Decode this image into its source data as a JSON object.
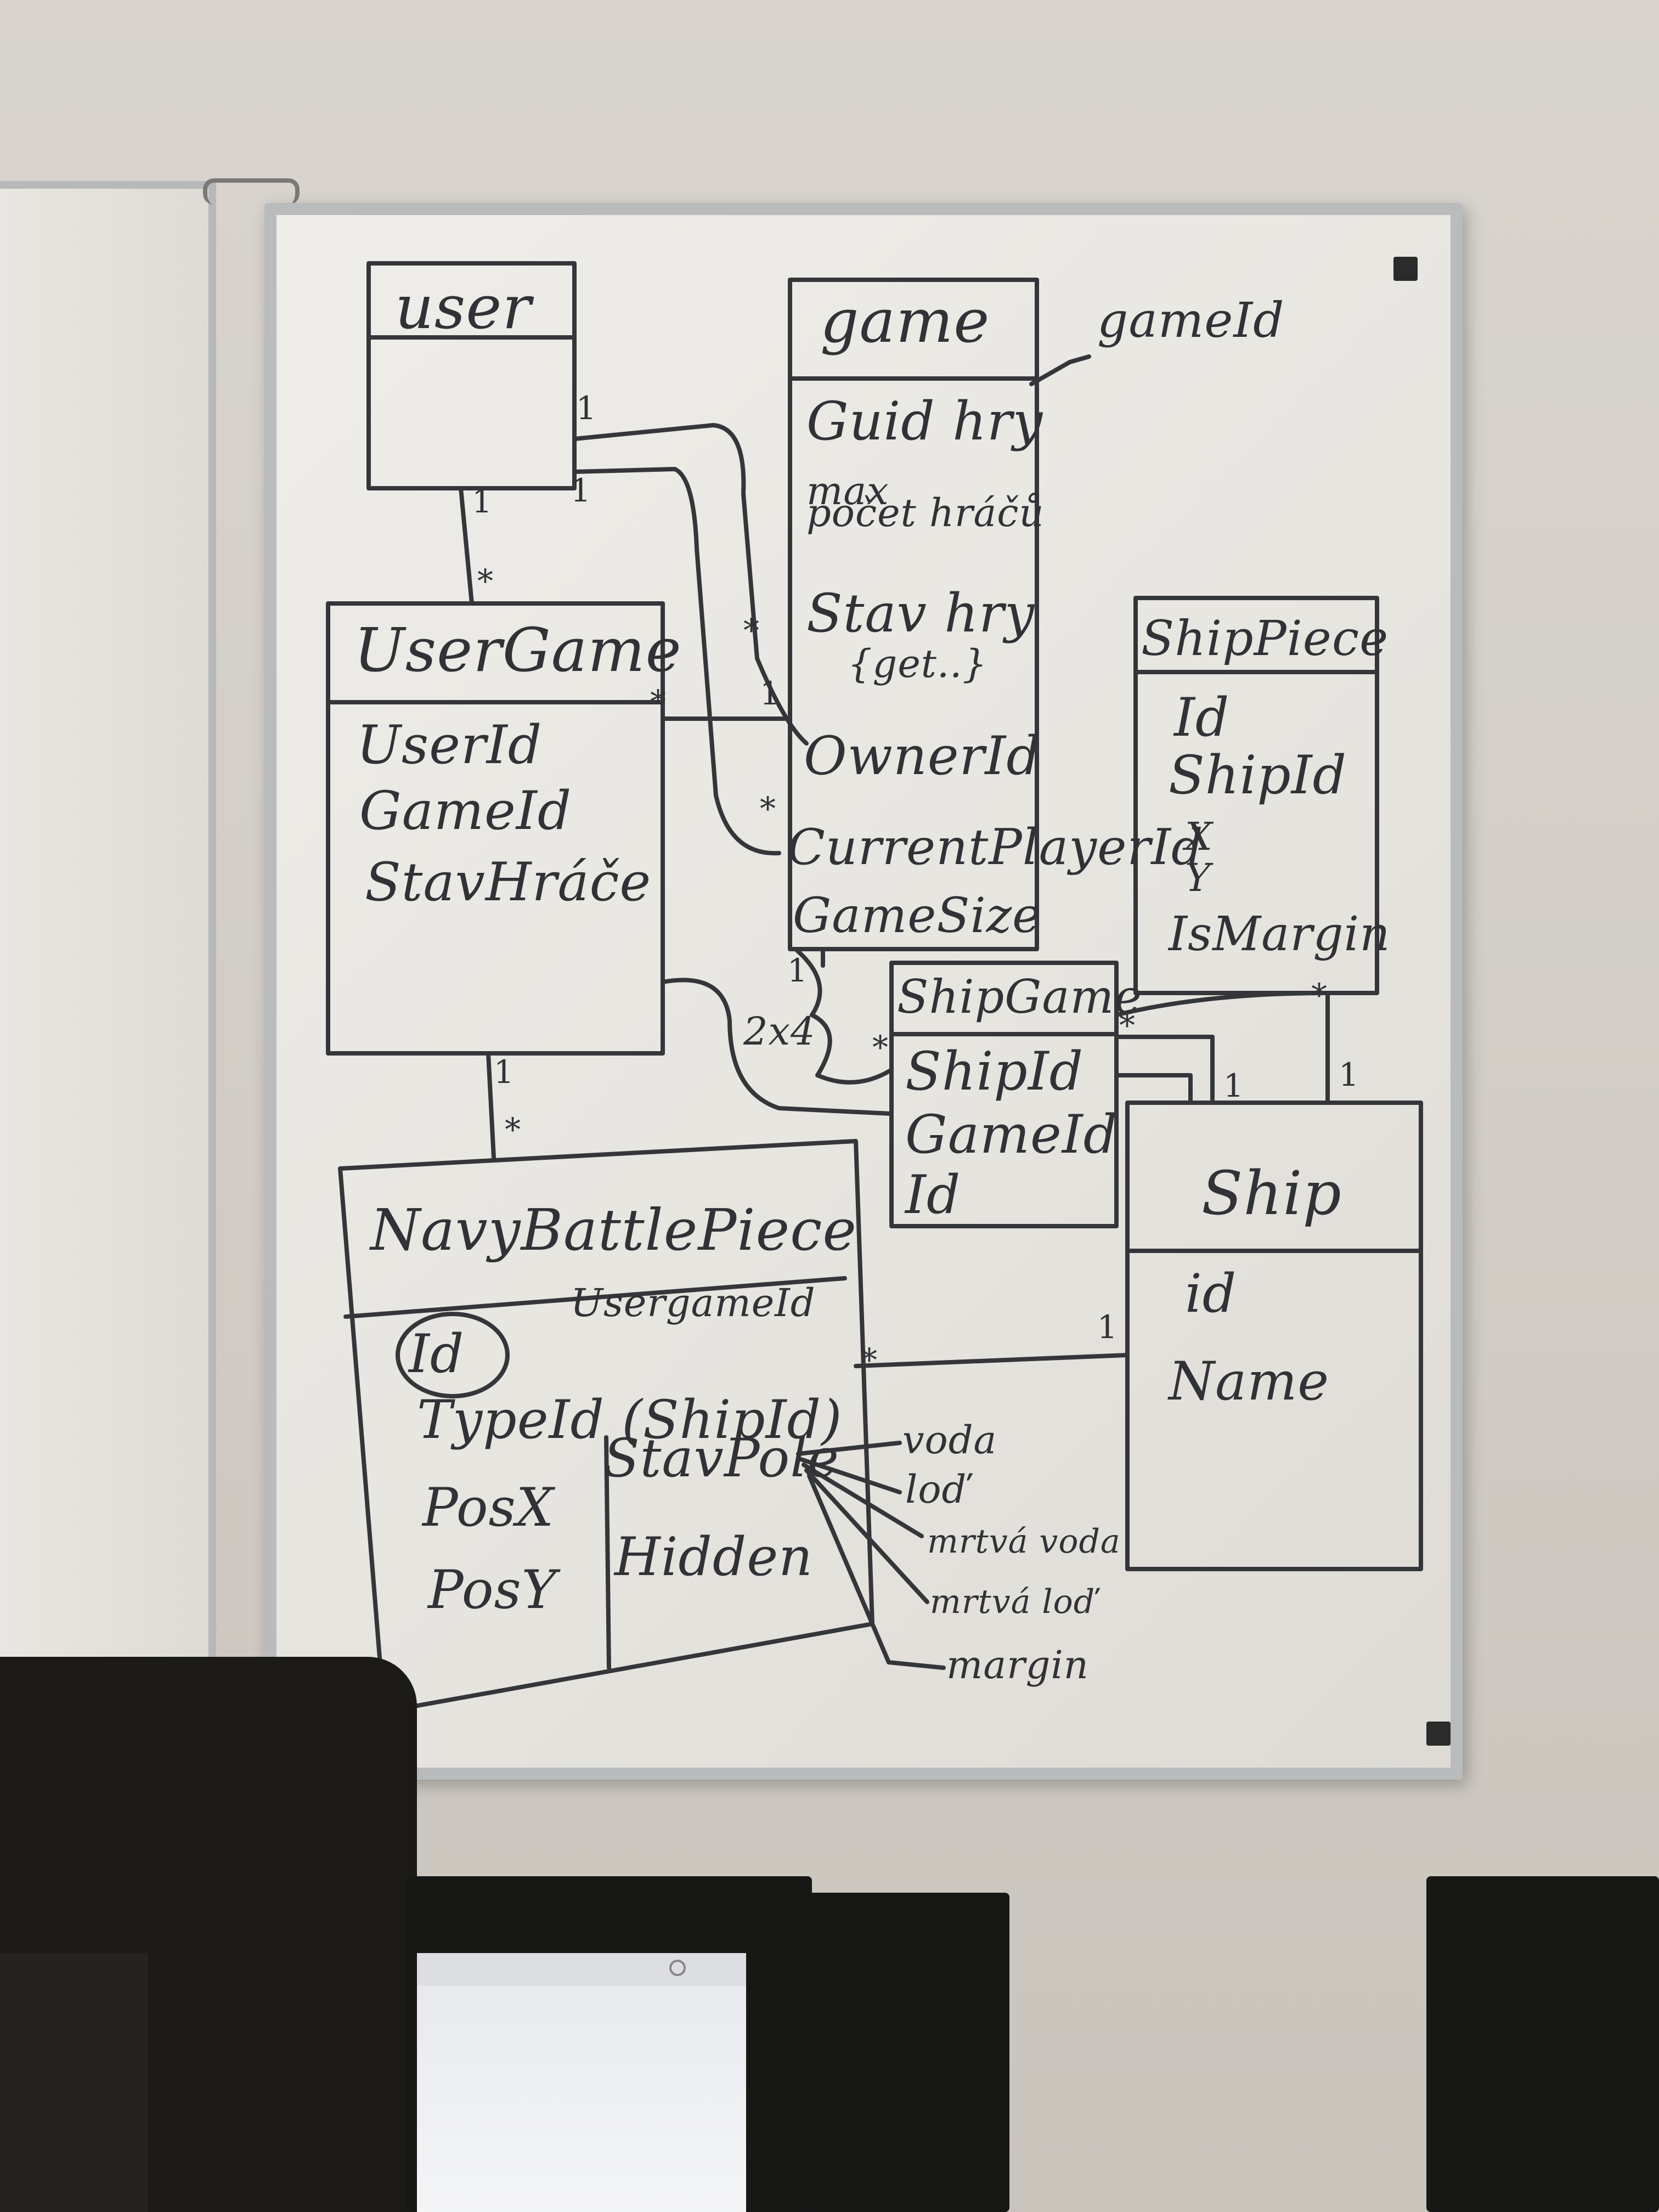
{
  "entities": {
    "user": {
      "title": "user",
      "attributes": []
    },
    "game": {
      "title": "game",
      "attributes": [
        "Guid hry",
        "max",
        "počet hráčů",
        "Stav hry",
        "{get..}",
        "OwnerId",
        "CurrentPlayerId",
        "GameSize"
      ]
    },
    "userGame": {
      "title": "UserGame",
      "attributes": [
        "UserId",
        "GameId",
        "StavHráče"
      ]
    },
    "shipPiece": {
      "title": "ShipPiece",
      "attributes": [
        "Id",
        "ShipId",
        "X",
        "Y",
        "IsMargin"
      ]
    },
    "shipGame": {
      "title": "ShipGame",
      "attributes": [
        "ShipId",
        "GameId",
        "Id"
      ]
    },
    "ship": {
      "title": "Ship",
      "attributes": [
        "id",
        "Name"
      ]
    },
    "navyBattlePiece": {
      "title": "NavyBattlePiece",
      "attributes": [
        "Id",
        "UsergameId",
        "TypeId (ShipId)",
        "PosX",
        "PosY",
        "StavPole",
        "Hidden"
      ]
    }
  },
  "annotations": {
    "gameId": "gameId",
    "stavPoleValues": [
      "voda",
      "loď",
      "mrtvá voda",
      "mrtvá loď",
      "margin"
    ],
    "twoXfour": "2x4"
  },
  "cardinalities": {
    "user_game_1": "1",
    "user_game_1b": "1",
    "user_usergame_1": "1",
    "usergame_star": "*",
    "game_star_a": "*",
    "game_star_b": "*",
    "usergame_game_star": "*",
    "usergame_game_1": "1",
    "game_shipgame_1": "1",
    "shipgame_star": "*",
    "shipgame_ship_star": "*",
    "ship_1a": "1",
    "ship_1b": "1",
    "shippiece_star": "*",
    "usergame_nbp_1": "1",
    "usergame_nbp_star": "*",
    "nbp_ship_star": "*",
    "nbp_ship_1": "1"
  },
  "colors": {
    "ink": "#303236",
    "board": "#ebe9e4",
    "frame": "#b9bbbc"
  }
}
